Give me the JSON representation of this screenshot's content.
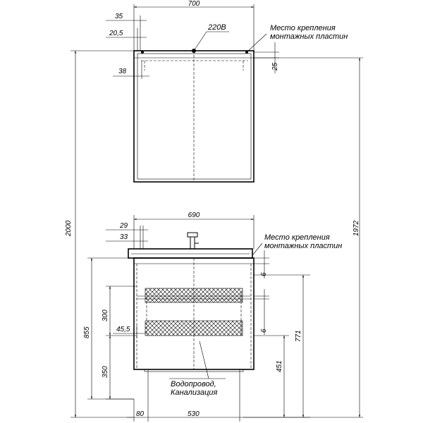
{
  "dimensions": {
    "mirror_width": "700",
    "offset_35": "35",
    "offset_20_5": "20,5",
    "offset_38": "38",
    "offset_25": "25",
    "total_height": "2000",
    "height_1972": "1972",
    "cabinet_width": "690",
    "offset_29": "29",
    "offset_33": "33",
    "height_855": "855",
    "height_771": "771",
    "height_451": "451",
    "drawer_300": "300",
    "drawer_350": "350",
    "offset_45_5": "45,5",
    "gap_6_top": "6",
    "gap_6_mid": "6",
    "bottom_80": "80",
    "bottom_530": "530"
  },
  "labels": {
    "power": "220В",
    "mount_top_line1": "Место крепления",
    "mount_top_line2": "монтажных пластин",
    "mount_mid_line1": "Место крепления",
    "mount_mid_line2": "монтажных пластин",
    "water_line1": "Водопровод,",
    "water_line2": "Канализация"
  }
}
